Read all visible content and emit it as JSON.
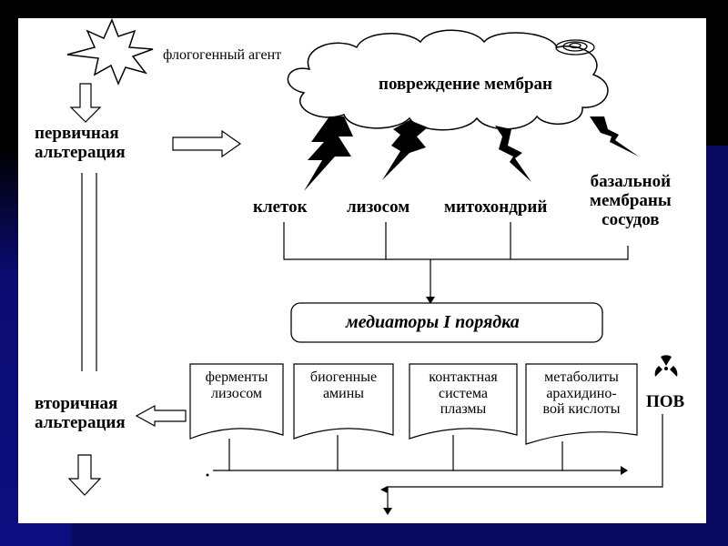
{
  "agent_label": "флогогенный агент",
  "primary_alteration": [
    "первичная",
    "альтерация"
  ],
  "secondary_alteration": [
    "вторичная",
    "альтерация"
  ],
  "cloud_label": "повреждение мембран",
  "membranes": {
    "cells": "клеток",
    "lysosomes": "лизосом",
    "mitochondria": "митохондрий",
    "basement": [
      "базальной",
      "мембраны",
      "сосудов"
    ]
  },
  "mediators_title": "медиаторы I порядка",
  "mediator_docs": [
    [
      "ферменты",
      "лизосом"
    ],
    [
      "биогенные",
      "амины"
    ],
    [
      "контактная",
      "система",
      "плазмы"
    ],
    [
      "метаболиты",
      "арахидино-",
      "вой кислоты"
    ]
  ],
  "pov_label": "ПОВ",
  "colors": {
    "slide_bg": "#ffffff",
    "frame_dark": "#000000",
    "frame_blue": "#0a0a60"
  }
}
